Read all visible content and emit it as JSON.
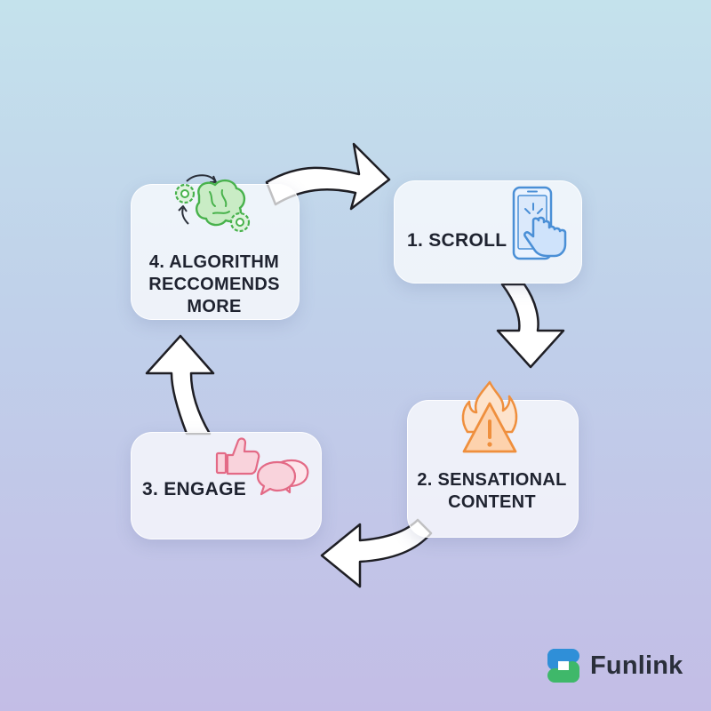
{
  "steps": [
    {
      "label": "1. SCROLL",
      "icon": "phone-tap-icon"
    },
    {
      "label": "2. SENSATIONAL CONTENT",
      "line1": "2. SENSATIONAL",
      "line2": "CONTENT",
      "icon": "fire-warning-icon"
    },
    {
      "label": "3. ENGAGE",
      "icon": "like-comment-icon"
    },
    {
      "label": "4. ALGORITHM RECCOMENDS MORE",
      "line1": "4. ALGORITHM",
      "line2": "RECCOMENDS",
      "line3": "MORE",
      "icon": "brain-gears-icon"
    }
  ],
  "brand": {
    "name": "Funlink",
    "icon": "funlink-logo-icon"
  },
  "colors": {
    "phone_icon": "#4a8fd6",
    "fire_icon": "#ef8f3d",
    "engage_icon": "#e36a86",
    "brain_icon": "#48b24c",
    "logo_blue": "#2f8fd8",
    "logo_green": "#3fb86a"
  }
}
